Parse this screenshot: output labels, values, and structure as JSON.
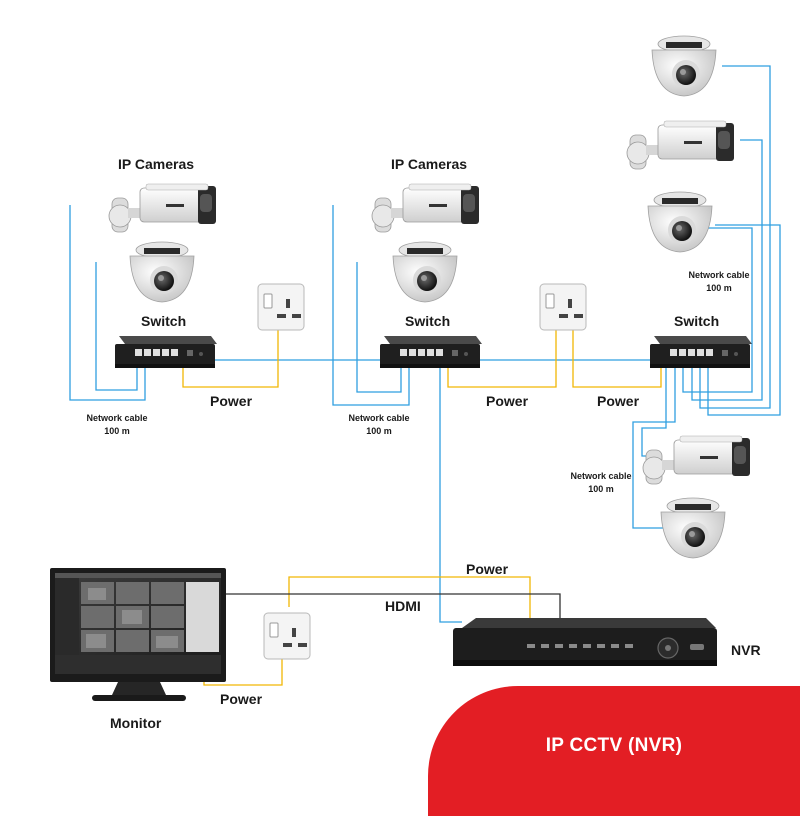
{
  "labels": {
    "ip_cameras_left": "IP Cameras",
    "ip_cameras_mid": "IP Cameras",
    "switch_left": "Switch",
    "switch_mid": "Switch",
    "switch_right": "Switch",
    "power_left": "Power",
    "power_mid": "Power",
    "power_right": "Power",
    "power_nvr": "Power",
    "power_monitor": "Power",
    "hdmi": "HDMI",
    "nvr": "NVR",
    "monitor": "Monitor",
    "net_cable_left_1": "Network cable",
    "net_cable_left_2": "100 m",
    "net_cable_mid_1": "Network cable",
    "net_cable_mid_2": "100 m",
    "net_cable_right_1": "Network cable",
    "net_cable_right_2": "100 m",
    "net_cable_lower_1": "Network cable",
    "net_cable_lower_2": "100 m",
    "title": "IP CCTV (NVR)"
  },
  "colors": {
    "network_cable": "#2f9fe0",
    "power_cable": "#f2b705",
    "hdmi_cable": "#333333",
    "banner": "#e31e24"
  },
  "icons": [
    "bullet-camera-icon",
    "dome-camera-icon",
    "network-switch-icon",
    "wall-socket-icon",
    "nvr-recorder-icon",
    "monitor-icon"
  ]
}
